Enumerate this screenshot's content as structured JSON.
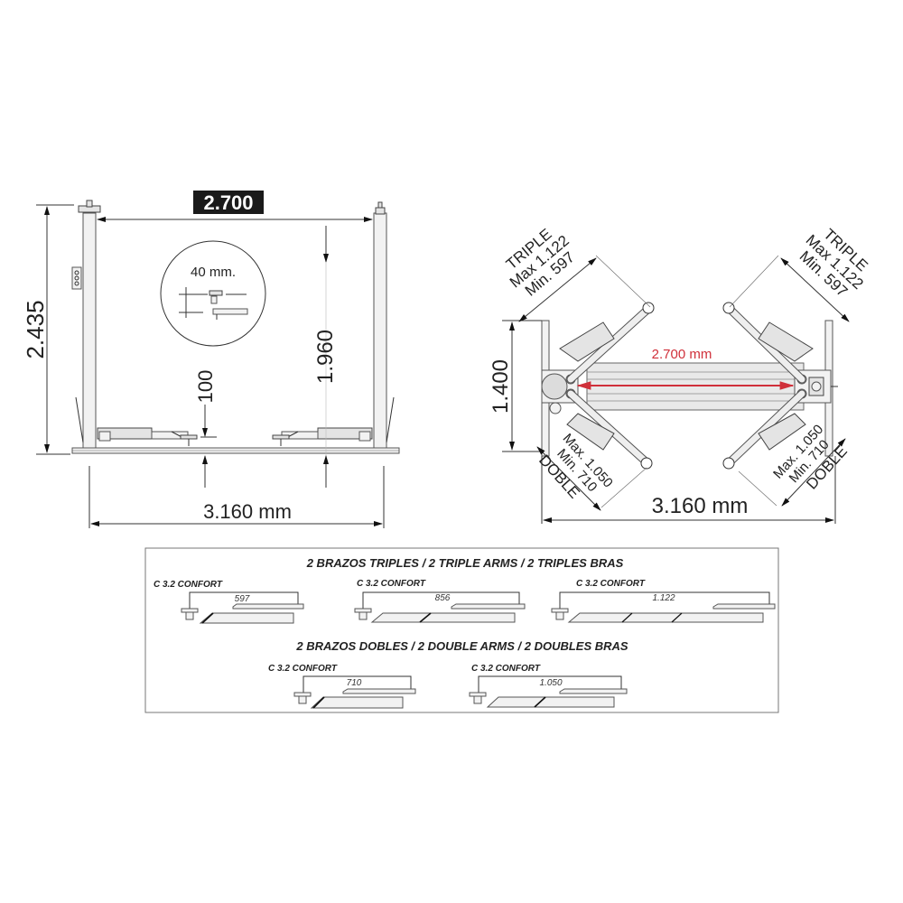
{
  "front_view": {
    "title_badge": "2.700",
    "height_total": "2.435",
    "lift_height": "1.960",
    "min_height": "100",
    "overall_width": "3.160 mm",
    "detail_circle_label": "40 mm."
  },
  "top_view": {
    "inner_width": "2.700 mm",
    "depth": "1.400",
    "overall_width": "3.160 mm",
    "triple_left": {
      "type": "TRIPLE",
      "max": "Max 1.122",
      "min": "Min. 597"
    },
    "triple_right": {
      "type": "TRIPLE",
      "max": "Max 1.122",
      "min": "Min. 597"
    },
    "double_left": {
      "type": "DOBLE",
      "max": "Max. 1.050",
      "min": "Min. 710"
    },
    "double_right": {
      "type": "DOBLE",
      "max": "Max. 1.050",
      "min": "Min. 710"
    },
    "accent_color": "#d0303a"
  },
  "arms_table": {
    "triple_heading": "2 BRAZOS TRIPLES / 2 TRIPLE ARMS / 2 TRIPLES BRAS",
    "double_heading": "2 BRAZOS DOBLES / 2 DOUBLE ARMS / 2 DOUBLES BRAS",
    "triple_arms": [
      {
        "model": "C 3.2 CONFORT",
        "length": "597"
      },
      {
        "model": "C 3.2 CONFORT",
        "length": "856"
      },
      {
        "model": "C 3.2 CONFORT",
        "length": "1.122"
      }
    ],
    "double_arms": [
      {
        "model": "C 3.2 CONFORT",
        "length": "710"
      },
      {
        "model": "C 3.2 CONFORT",
        "length": "1.050"
      }
    ]
  }
}
